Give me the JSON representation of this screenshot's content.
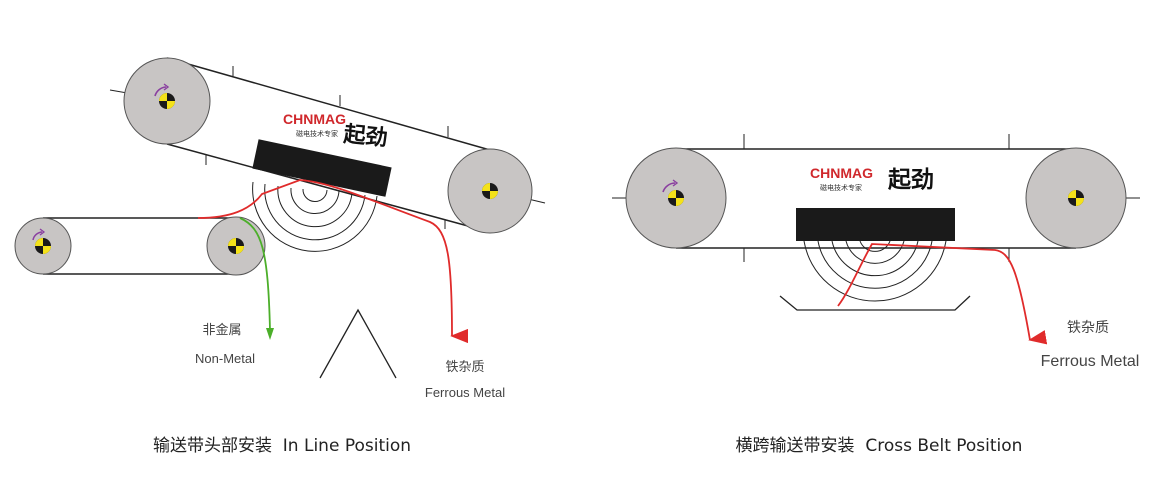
{
  "left_diagram": {
    "brand_latin": "CHNMAG",
    "brand_cn": "起劲",
    "brand_tagline": "磁电技术专家",
    "nonmetal_cn": "非金属",
    "nonmetal_en": "Non-Metal",
    "ferrous_cn": "铁杂质",
    "ferrous_en": "Ferrous Metal",
    "caption": "输送带头部安装  In Line Position"
  },
  "right_diagram": {
    "brand_latin": "CHNMAG",
    "brand_cn": "起劲",
    "brand_tagline": "磁电技术专家",
    "ferrous_cn": "铁杂质",
    "ferrous_en": "Ferrous Metal",
    "caption": "横跨输送带安装  Cross Belt Position"
  },
  "colors": {
    "pulley": "#c8c5c4",
    "magnet": "#1a1a1a",
    "ferrous_path": "#e02b2b",
    "nonmetal_path": "#4caf2a",
    "brand_red": "#d0282c",
    "rotation_arrow": "#8a3fa0"
  },
  "icons": [
    "pulley-center-icon",
    "rotation-arrow-icon"
  ]
}
